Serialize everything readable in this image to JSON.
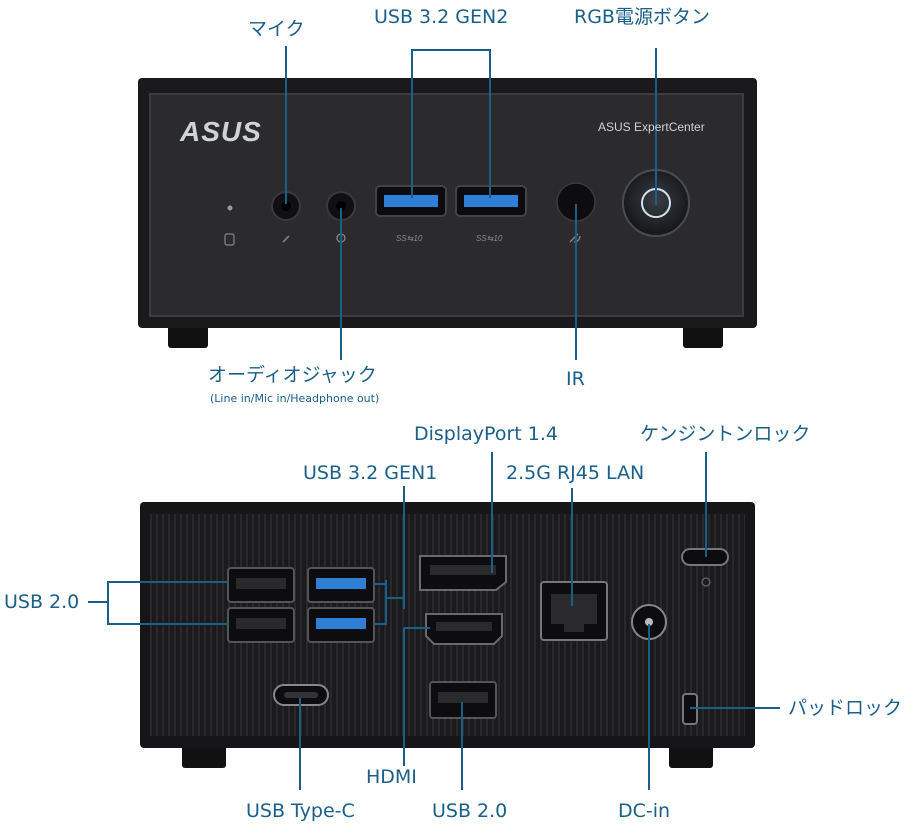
{
  "front": {
    "brand_logo": "ASUS",
    "brand_text": "ASUS ExpertCenter",
    "labels": {
      "mic": "マイク",
      "usb32gen2": "USB 3.2 GEN2",
      "rgb_power": "RGB電源ボタン",
      "audio_jack": "オーディオジャック",
      "audio_jack_note": "(Line in/Mic in/Headphone out)",
      "ir": "IR"
    }
  },
  "rear": {
    "labels": {
      "displayport": "DisplayPort 1.4",
      "kensington": "ケンジントンロック",
      "usb32gen1": "USB 3.2 GEN1",
      "lan": "2.5G RJ45 LAN",
      "usb20_left": "USB 2.0",
      "padlock": "パッドロック",
      "hdmi": "HDMI",
      "usb_typec": "USB Type-C",
      "usb20_bottom": "USB 2.0",
      "dcin": "DC-in"
    }
  },
  "colors": {
    "label": "#1a5f8a",
    "chassis": "#1c1c1e",
    "usb3_blue": "#2f7fd6"
  }
}
